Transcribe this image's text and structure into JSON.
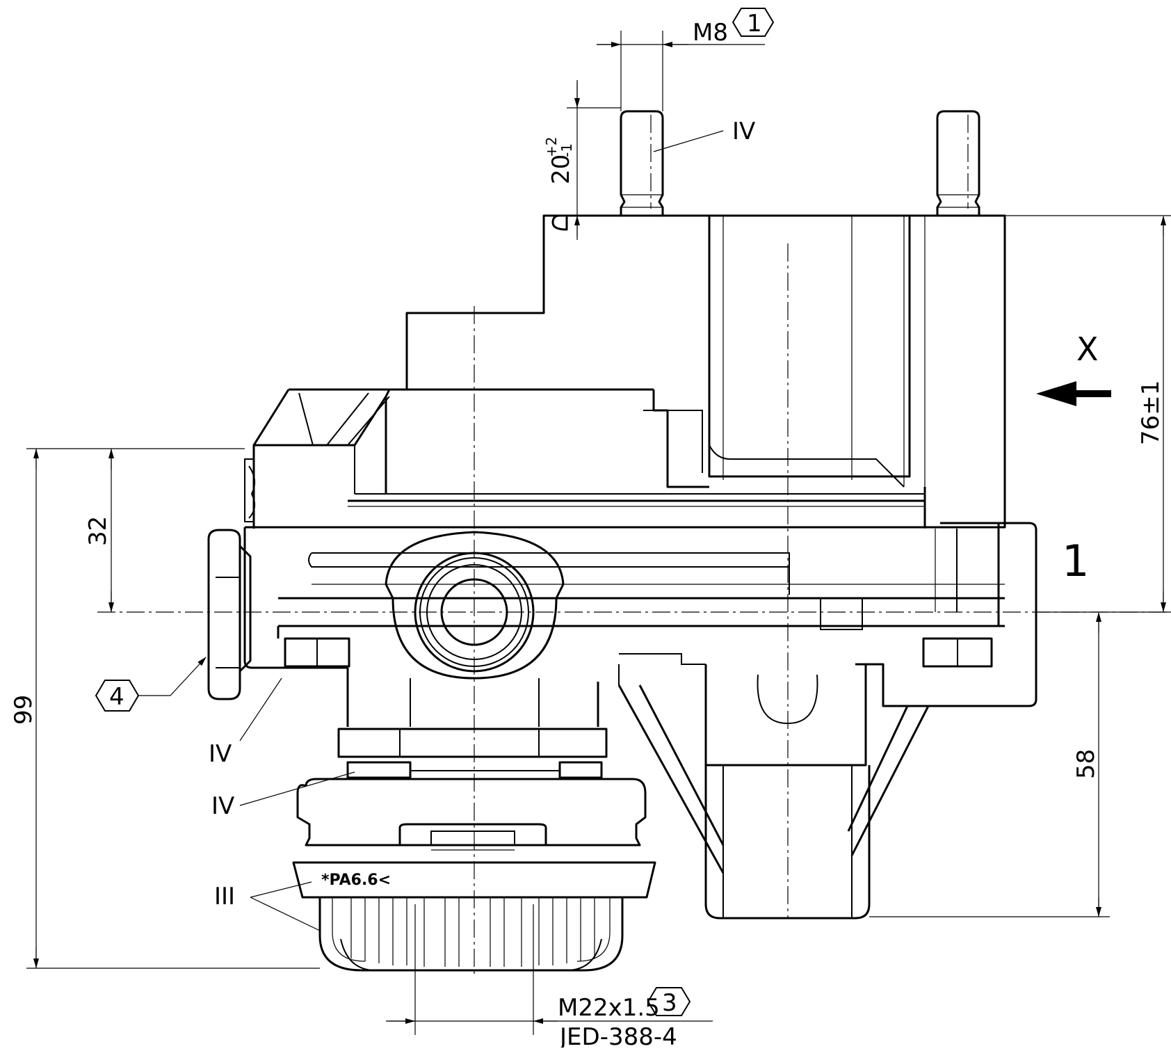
{
  "drawing_id": "JED-388-4",
  "callouts": [
    {
      "id": "m8",
      "text": "M8",
      "tag": "1"
    },
    {
      "id": "m22",
      "text": "M22x1.5",
      "tag": "3"
    },
    {
      "id": "tag4",
      "tag": "4"
    }
  ],
  "dimensions": {
    "stud_length": "20",
    "stud_length_tol_upper": "+2",
    "stud_length_tol_lower": "-1",
    "height_top": "76±1",
    "depth_32": "32",
    "height_99": "99",
    "height_58": "58"
  },
  "roman_labels": {
    "iv_top": "IV",
    "iv_left": "IV",
    "iv_lower": "IV",
    "iii": "III"
  },
  "view_letter": "X",
  "port_label": "1",
  "cap_marking": "*PA6.6<"
}
